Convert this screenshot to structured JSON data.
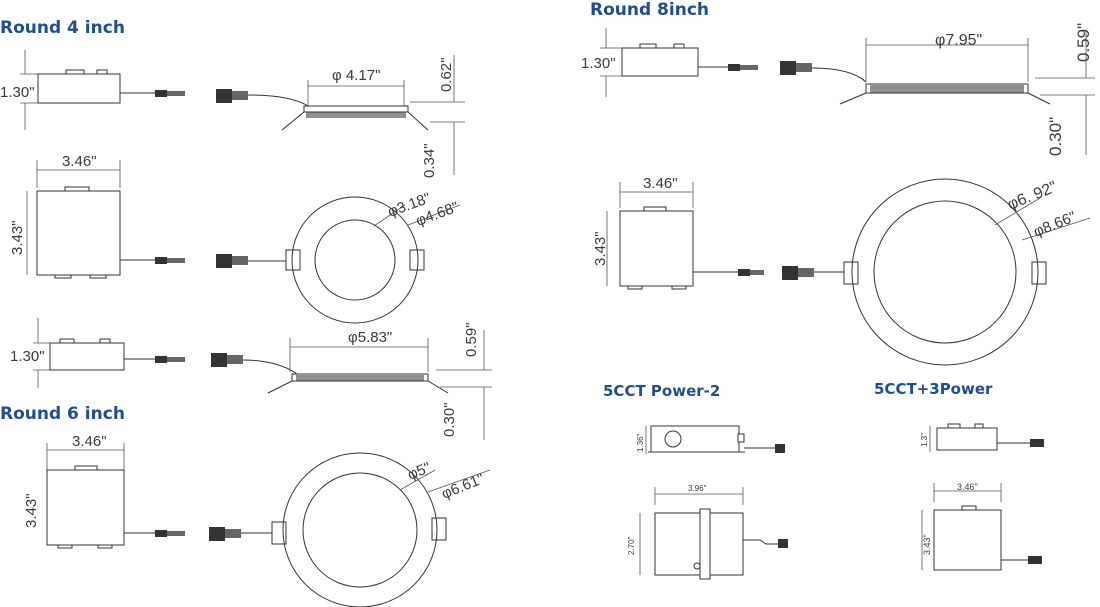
{
  "colors": {
    "title": "#1f4e8c",
    "line": "#333333"
  },
  "sections": {
    "round4": {
      "title": "Round 4 inch",
      "side": {
        "height": "1.30\"",
        "diameter": "φ 4.17\"",
        "top_height": "0.62\"",
        "bottom_height": "0.34\""
      },
      "front": {
        "width": "3.46\"",
        "height": "3.43\"",
        "inner_diameter": "φ3.18\"",
        "outer_diameter": "φ4.68\""
      }
    },
    "round4b": {
      "side": {
        "height": "1.30\"",
        "diameter": "φ5.83\"",
        "top_height": "0.59\"",
        "bottom_height": "0.30\""
      }
    },
    "round6": {
      "title": "Round 6 inch",
      "front": {
        "width": "3.46\"",
        "height": "3.43\"",
        "inner_diameter": "φ5\"",
        "outer_diameter": "φ6.61\""
      }
    },
    "round8": {
      "title": "Round 8inch",
      "side": {
        "height": "1.30\"",
        "diameter": "φ7.95\"",
        "top_height": "0.59\"",
        "bottom_height": "0.30\""
      },
      "front": {
        "width": "3.46\"",
        "height": "3.43\"",
        "inner_diameter": "φ6. 92\"",
        "outer_diameter": "φ8.66\""
      }
    },
    "power2": {
      "title": "5CCT Power-2",
      "side_height": "1.36\"",
      "width": "3.96\"",
      "height": "2.70\""
    },
    "power3": {
      "title": "5CCT+3Power",
      "side_height": "1.3\"",
      "width": "3.46\"",
      "height": "3.43\""
    }
  }
}
